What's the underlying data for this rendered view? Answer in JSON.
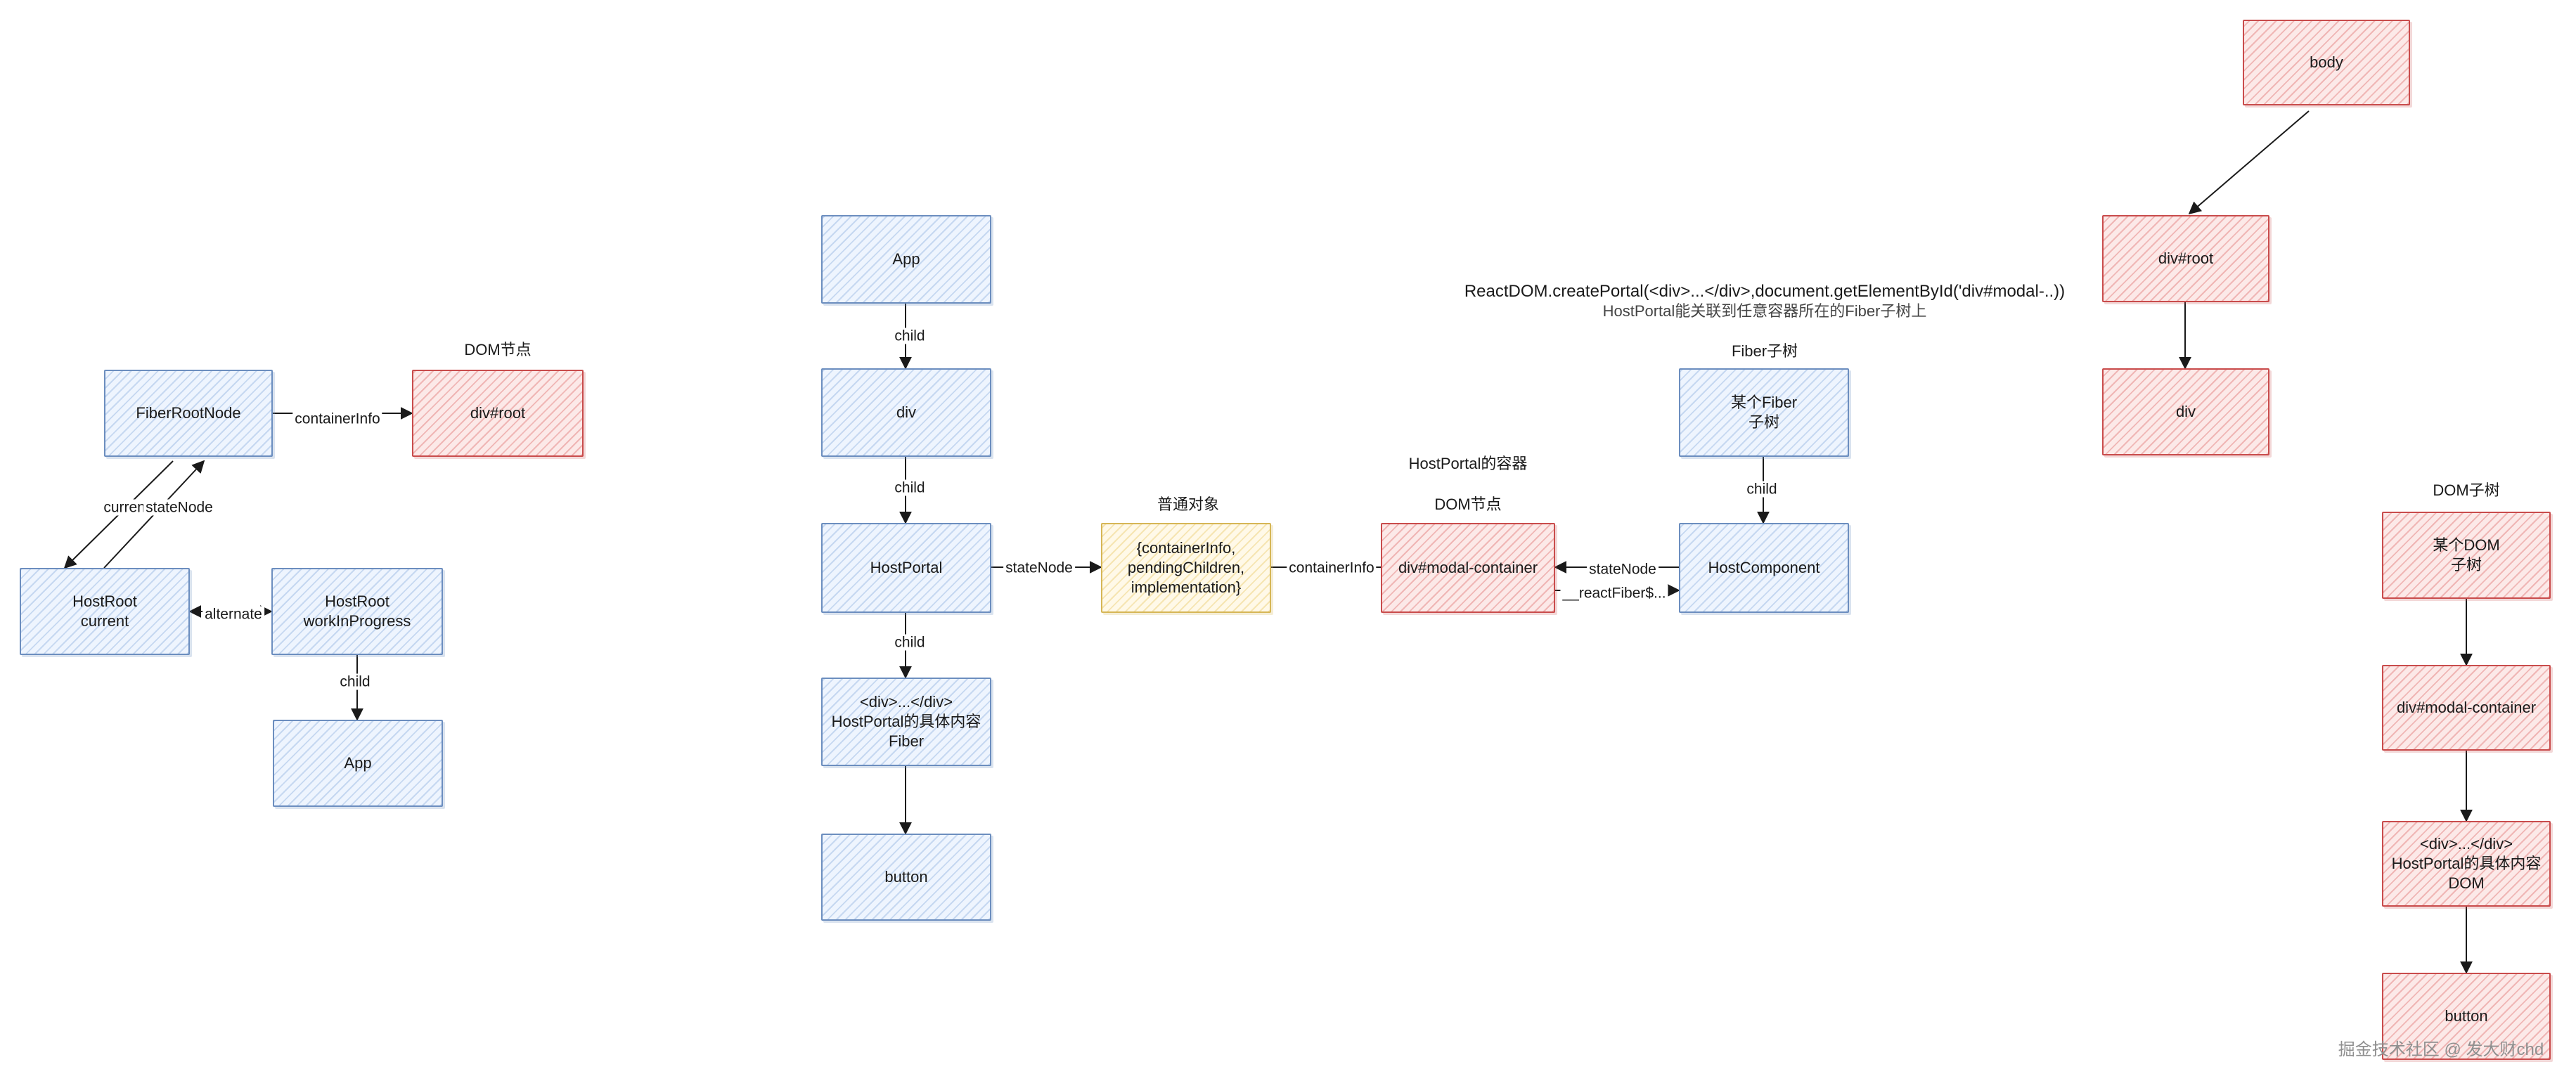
{
  "colors": {
    "fiber_fill": "#dae8fc",
    "fiber_border": "#6c8ebf",
    "dom_fill": "#f8cecc",
    "dom_border": "#c94c4c",
    "object_fill": "#fff2cc",
    "object_border": "#d6b656",
    "edge": "#1a1a1a"
  },
  "left": {
    "fiber_root_node": "FiberRootNode",
    "div_root": "div#root",
    "dom_caption": "DOM节点",
    "host_root_current": "HostRoot\ncurrent",
    "host_root_wip": "HostRoot\nworkInProgress",
    "app": "App",
    "edge_container_info": "containerInfo",
    "edge_current": "current",
    "edge_state_node": "stateNode",
    "edge_alternate": "alternate",
    "edge_child": "child"
  },
  "middle": {
    "app": "App",
    "div": "div",
    "host_portal": "HostPortal",
    "portal_content": "<div>...</div>\nHostPortal的具体内容\nFiber",
    "button": "button",
    "edge_child_1": "child",
    "edge_child_2": "child",
    "edge_child_3": "child",
    "plain_object_caption": "普通对象",
    "state_node_object": "{containerInfo,\npendingChildren,\nimplementation}",
    "edge_state_node": "stateNode",
    "edge_container_info": "containerInfo",
    "portal_container_caption": "HostPortal的容器",
    "dom_node_caption": "DOM节点",
    "modal_container": "div#modal-container",
    "host_component": "HostComponent",
    "edge_host_state_node": "stateNode",
    "edge_react_fiber": "__reactFiber$...",
    "fiber_subtree_caption": "Fiber子树",
    "some_fiber_subtree": "某个Fiber\n子树",
    "edge_child_4": "child",
    "create_portal_code": "ReactDOM.createPortal(<div>...</div>,document.getElementById('div#modal-..))",
    "create_portal_note": "HostPortal能关联到任意容器所在的Fiber子树上"
  },
  "right": {
    "body": "body",
    "div_root": "div#root",
    "div": "div",
    "dom_subtree_caption": "DOM子树",
    "some_dom_subtree": "某个DOM\n子树",
    "modal_container": "div#modal-container",
    "portal_content_dom": "<div>...</div>\nHostPortal的具体内容\nDOM",
    "button": "button"
  },
  "watermark": "掘金技术社区 @ 发大财chd"
}
